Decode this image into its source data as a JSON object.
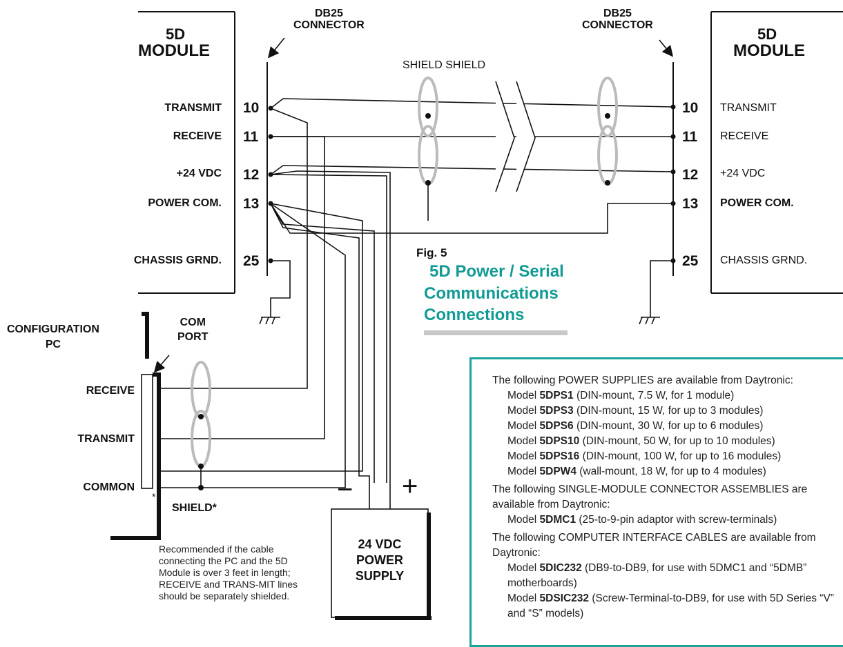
{
  "left_module": {
    "title_line1": "5D",
    "title_line2": "MODULE",
    "connector": "DB25\nCONNECTOR",
    "pins": [
      {
        "num": "10",
        "label": "TRANSMIT"
      },
      {
        "num": "11",
        "label": "RECEIVE"
      },
      {
        "num": "12",
        "label": "+24 VDC"
      },
      {
        "num": "13",
        "label": "POWER COM."
      },
      {
        "num": "25",
        "label": "CHASSIS GRND."
      }
    ]
  },
  "right_module": {
    "title_line1": "5D",
    "title_line2": "MODULE",
    "connector": "DB25\nCONNECTOR",
    "pins": [
      {
        "num": "10",
        "label": "TRANSMIT"
      },
      {
        "num": "11",
        "label": "RECEIVE"
      },
      {
        "num": "12",
        "label": "+24 VDC"
      },
      {
        "num": "13",
        "label": "POWER COM."
      },
      {
        "num": "25",
        "label": "CHASSIS GRND."
      }
    ]
  },
  "shield_label": "SHIELD SHIELD",
  "figure": {
    "number": "Fig. 5",
    "title_lines": [
      "5D Power / Serial",
      "Communications",
      "Connections"
    ]
  },
  "pc": {
    "title": "CONFIGURATION\nPC",
    "port": "COM\nPORT",
    "pins": [
      "RECEIVE",
      "TRANSMIT",
      "COMMON"
    ],
    "shield": "SHIELD*"
  },
  "footnote": {
    "star": "*",
    "text": "Recommended if the cable connecting the PC and the 5D Module is over 3 feet in length; RECEIVE and TRANS-MIT lines should be separately shielded."
  },
  "power_supply": {
    "minus": "−",
    "plus": "+",
    "label": "24 VDC\nPOWER\nSUPPLY"
  },
  "info": {
    "ps_intro": "The following POWER SUPPLIES are available from Daytronic:",
    "ps_models": [
      {
        "prefix": "Model ",
        "model": "5DPS1",
        "desc": " (DIN-mount, 7.5 W, for 1 module)"
      },
      {
        "prefix": "Model ",
        "model": "5DPS3",
        "desc": " (DIN-mount, 15 W, for up to 3 modules)"
      },
      {
        "prefix": "Model ",
        "model": "5DPS6",
        "desc": " (DIN-mount, 30 W, for up to 6 modules)"
      },
      {
        "prefix": "Model ",
        "model": "5DPS10",
        "desc": " (DIN-mount, 50 W, for up to 10 modules)"
      },
      {
        "prefix": "Model ",
        "model": "5DPS16",
        "desc": " (DIN-mount, 100 W, for up to 16 modules)"
      },
      {
        "prefix": "Model ",
        "model": "5DPW4",
        "desc": " (wall-mount, 18 W, for up to 4 modules)"
      }
    ],
    "conn_intro": "The following SINGLE-MODULE CONNECTOR ASSEMBLIES are available from Daytronic:",
    "conn_models": [
      {
        "prefix": "Model ",
        "model": "5DMC1",
        "desc": " (25-to-9-pin adaptor with screw-terminals)"
      }
    ],
    "cable_intro": "The following COMPUTER INTERFACE CABLES are available from Daytronic:",
    "cable_models": [
      {
        "prefix": "Model ",
        "model": "5DIC232",
        "desc": " (DB9-to-DB9, for use with 5DMC1 and “5DMB” motherboards)"
      },
      {
        "prefix": "Model ",
        "model": "5DSIC232",
        "desc": " (Screw-Terminal-to-DB9, for use with 5D Series “V” and “S” models)"
      }
    ]
  },
  "colors": {
    "teal": "#129a94",
    "wire": "#222222",
    "shield_gray": "#b8b8b8",
    "box_border": "#1aa39c"
  }
}
